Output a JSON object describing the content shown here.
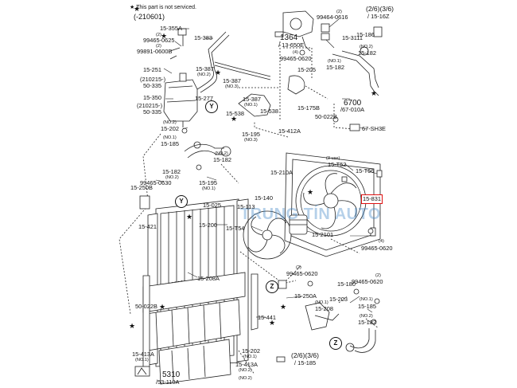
{
  "note": {
    "star": "★",
    "text": "This part is not serviced.",
    "code": "(-210601)"
  },
  "highlight": "15-831",
  "watermark": "TRUNG TÍN AUTO",
  "badges": {
    "y": "Y",
    "z": "Z"
  },
  "labels": {
    "l1": "15-355A",
    "l2": "15-383",
    "l3": "(2)",
    "l4": "99465-0625",
    "l5": "(2)",
    "l6": "99891-0600B",
    "l7": "15-251",
    "l8": "(210215-)",
    "l9": "50-335",
    "l10": "15-350",
    "l11": "(210215-)",
    "l12": "50-335",
    "l13": "(NO.2)",
    "l14": "15-202",
    "l15": "(NO.1)",
    "l16": "15-185",
    "l17": "15-387",
    "l18": "(NO.2)",
    "l19": "15-387",
    "l20": "(NO.3)",
    "l21": "15-277",
    "l22": "15-387",
    "l23": "(NO.1)",
    "l24": "15-538",
    "l25": "15-538",
    "l26": "15-195",
    "l27": "(NO.3)",
    "l28": "1364",
    "l29": "/ 13-650E",
    "l30": "(4)",
    "l31": "99465-0620",
    "l32": "15-205",
    "l33": "15-175B",
    "l34": "15-412A",
    "l35": "(2)",
    "l36": "99464-0616",
    "l37": "15-3111",
    "l38": "(2/6)(3/6)",
    "l39": "/ 15-16Z",
    "l40": "15-186",
    "l41": "(NO.2)",
    "l42": "15-182",
    "l43": "(NO.1)",
    "l44": "15-182",
    "l45": "6700",
    "l46": "/67-010A",
    "l47": "50-022B",
    "l48": "67-SH3E",
    "l49": "(NO.2)",
    "l50": "15-182",
    "l51": "99465-0630",
    "l52": "15-195",
    "l53": "(NO.1)",
    "l54": "15-250B",
    "l55": "15-210A",
    "l56": "(3 use)",
    "l57": "15-T52",
    "l58": "15-T56",
    "l59": "15-140",
    "l60": "15-025",
    "l61": "15-113",
    "l62": "15-200",
    "l63": "15-421",
    "l64": "15-T54",
    "l65": "15-2101",
    "l66": "(4)",
    "l67": "99465-0620",
    "l68": "15-208A",
    "l69": "(2)",
    "l70": "99465-0620",
    "l71": "15-250A",
    "l72": "15-180",
    "l73": "(2)",
    "l74": "99465-0620",
    "l75": "(NO.1)",
    "l76": "15-185",
    "l77": "15-203",
    "l78": "(NO.1)",
    "l79": "15-208",
    "l80": "(NO.2)",
    "l81": "15-182",
    "l82": "50-022B",
    "l83": "15-441",
    "l84": "15-413A",
    "l85": "(NO.1)",
    "l86": "15-202",
    "l87": "(NO.1)",
    "l88": "15-413A",
    "l89": "(NO.2)",
    "l90": "5310",
    "l91": "/53-110A",
    "l92": "(2/6)(3/6)",
    "l93": "/ 15-185",
    "l94": "(NO.2)"
  }
}
